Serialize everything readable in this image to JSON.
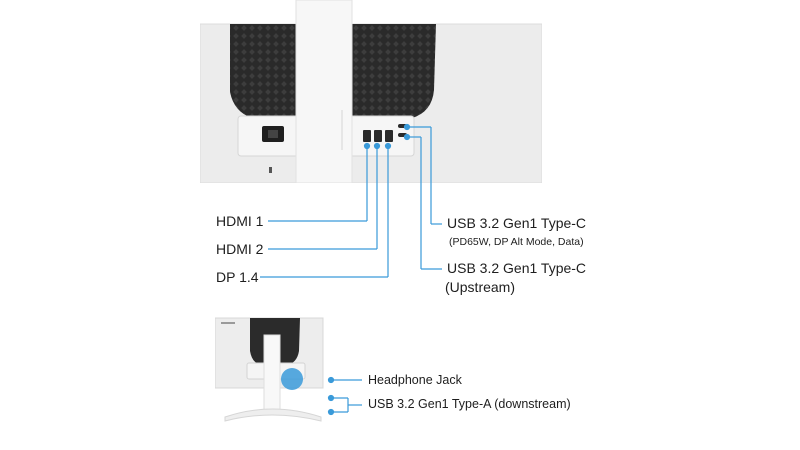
{
  "main_view": {
    "ports_left": [
      {
        "label": "HDMI 1"
      },
      {
        "label": "HDMI 2"
      },
      {
        "label": "DP 1.4"
      }
    ],
    "ports_right": [
      {
        "label": "USB 3.2 Gen1 Type-C",
        "detail": "(PD65W, DP Alt Mode, Data)"
      },
      {
        "label": "USB 3.2 Gen1 Type-C",
        "detail": "(Upstream)"
      }
    ]
  },
  "side_view": {
    "ports": [
      {
        "label": "Headphone Jack"
      },
      {
        "label": "USB 3.2 Gen1 Type-A (downstream)"
      }
    ]
  },
  "colors": {
    "callout_line": "#3a9ad9",
    "housing_white": "#eeeeee",
    "mesh_dark": "#2b2b2b",
    "stand_white": "#f4f4f4"
  }
}
